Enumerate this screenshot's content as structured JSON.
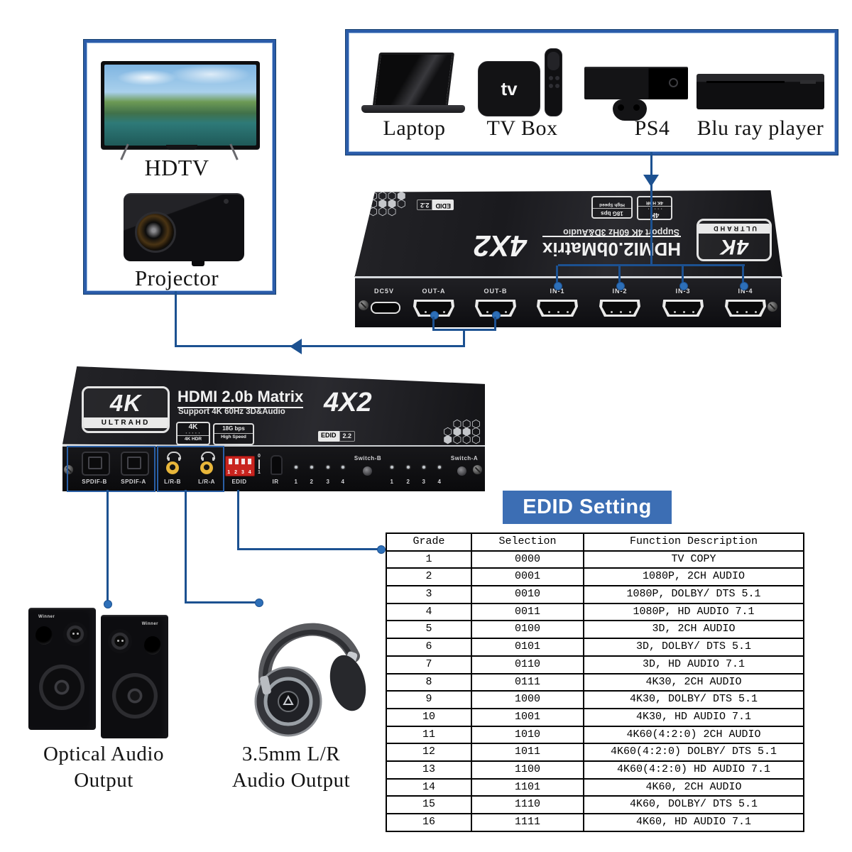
{
  "displays_panel": {
    "hdtv_label": "HDTV",
    "projector_label": "Projector"
  },
  "sources_panel": {
    "labels": [
      "Laptop",
      "TV Box",
      "PS4",
      "Blu ray player"
    ],
    "tv_box_logo": "tv"
  },
  "device_rear": {
    "logo_4k": "4K",
    "logo_ultrahd": "ULTRAHD",
    "title": "HDMI2.0bMatrix",
    "subtitle": "Support 4K 60Hz 3D&Audio",
    "model": "4X2",
    "edid_badge": "EDID",
    "edid_version": "2.2",
    "hdr_badge_line1": "4K",
    "hdr_badge_line2": "4K HDR",
    "speed_badge_line1": "18G bps",
    "speed_badge_line2": "High Speed",
    "power_label": "DC5V",
    "output_labels": [
      "OUT-A",
      "OUT-B"
    ],
    "input_labels": [
      "IN-1",
      "IN-2",
      "IN-3",
      "IN-4"
    ]
  },
  "device_front": {
    "logo_4k": "4K",
    "logo_ultrahd": "ULTRAHD",
    "title": "HDMI 2.0b Matrix",
    "subtitle": "Support 4K 60Hz 3D&Audio",
    "model": "4X2",
    "edid_badge": "EDID",
    "edid_version": "2.2",
    "hdr_badge_line1": "4K",
    "hdr_badge_line2": "4K HDR",
    "speed_badge_line1": "18G bps",
    "speed_badge_line2": "High Speed",
    "spdif_labels": [
      "SPDIF-B",
      "SPDIF-A"
    ],
    "analog_labels": [
      "L/R-B",
      "L/R-A"
    ],
    "edid_port_label": "EDID",
    "dip_numbers": "1 2 3 4",
    "dip_scale_top": "0",
    "dip_scale_bottom": "1",
    "ir_label": "IR",
    "led_labels": [
      "1",
      "2",
      "3",
      "4"
    ],
    "switch_b_label": "Switch-B",
    "switch_a_label": "Switch-A"
  },
  "audio": {
    "optical_line1": "Optical Audio",
    "optical_line2": "Output",
    "analog_line1": "3.5mm L/R",
    "analog_line2": "Audio Output",
    "speaker_brand": "Winner"
  },
  "edid_setting": {
    "title": "EDID Setting",
    "table": {
      "headers": [
        "Grade",
        "Selection",
        "Function Description"
      ],
      "rows": [
        [
          "1",
          "0000",
          "TV COPY"
        ],
        [
          "2",
          "0001",
          "1080P, 2CH AUDIO"
        ],
        [
          "3",
          "0010",
          "1080P, DOLBY/ DTS 5.1"
        ],
        [
          "4",
          "0011",
          "1080P, HD AUDIO 7.1"
        ],
        [
          "5",
          "0100",
          "3D, 2CH AUDIO"
        ],
        [
          "6",
          "0101",
          "3D, DOLBY/ DTS 5.1"
        ],
        [
          "7",
          "0110",
          "3D, HD AUDIO 7.1"
        ],
        [
          "8",
          "0111",
          "4K30, 2CH AUDIO"
        ],
        [
          "9",
          "1000",
          "4K30, DOLBY/ DTS 5.1"
        ],
        [
          "10",
          "1001",
          "4K30, HD AUDIO 7.1"
        ],
        [
          "11",
          "1010",
          "4K60(4:2:0) 2CH AUDIO"
        ],
        [
          "12",
          "1011",
          "4K60(4:2:0) DOLBY/ DTS 5.1"
        ],
        [
          "13",
          "1100",
          "4K60(4:2:0) HD AUDIO 7.1"
        ],
        [
          "14",
          "1101",
          "4K60, 2CH AUDIO"
        ],
        [
          "15",
          "1110",
          "4K60, DOLBY/ DTS 5.1"
        ],
        [
          "16",
          "1111",
          "4K60, HD AUDIO 7.1"
        ]
      ]
    }
  },
  "colors": {
    "line_blue": "#1c5191",
    "dot_blue": "#2d6fb8",
    "frame_blue": "#2b5ca9",
    "banner_blue": "#3c6eb4",
    "dip_red": "#c8241f",
    "jack_gold": "#e8b63a"
  }
}
